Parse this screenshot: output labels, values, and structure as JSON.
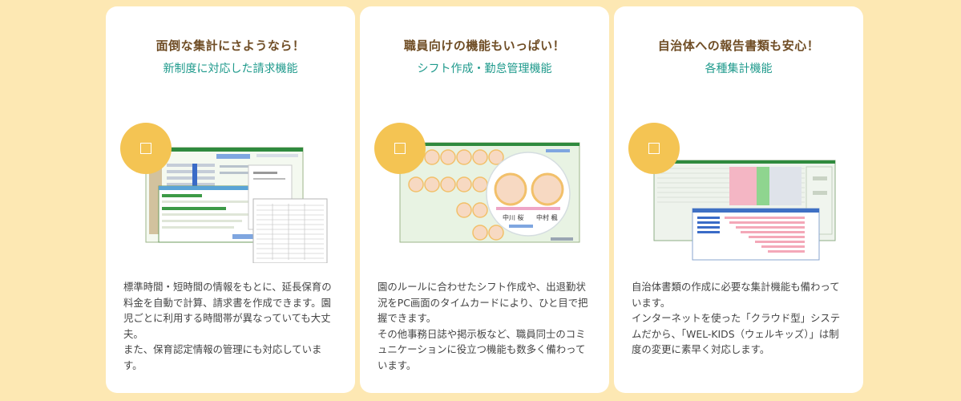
{
  "cards": [
    {
      "title": "面倒な集計にさようなら！",
      "subtitle": "新制度に対応した請求機能",
      "icon": "square-icon",
      "desc": [
        "標準時間・短時間の情報をもとに、延長保育の料金を自動で計算、請求書を作成できます。園児ごとに利用する時間帯が異なっていても大丈夫。",
        "また、保育認定情報の管理にも対応しています。"
      ]
    },
    {
      "title": "職員向けの機能もいっぱい！",
      "subtitle": "シフト作成・勤怠管理機能",
      "icon": "square-icon",
      "shot_labels": {
        "name1": "中川 桜",
        "name2": "中村 楓"
      },
      "desc": [
        "園のルールに合わせたシフト作成や、出退勤状況をPC画面のタイムカードにより、ひと目で把握できます。",
        "その他事務日誌や掲示板など、職員同士のコミュニケーションに役立つ機能も数多く備わっています。"
      ]
    },
    {
      "title": "自治体への報告書類も安心！",
      "subtitle": "各種集計機能",
      "icon": "square-icon",
      "desc": [
        "自治体書類の作成に必要な集計機能も備わっています。",
        "インターネットを使った「クラウド型」システムだから、「WEL-KIDS（ウェルキッズ）」は制度の変更に素早く対応します。"
      ]
    }
  ],
  "colors": {
    "background": "#fde8b3",
    "card": "#ffffff",
    "title": "#6f4d25",
    "subtitle": "#1f9a8c",
    "badge": "#f4c453"
  }
}
